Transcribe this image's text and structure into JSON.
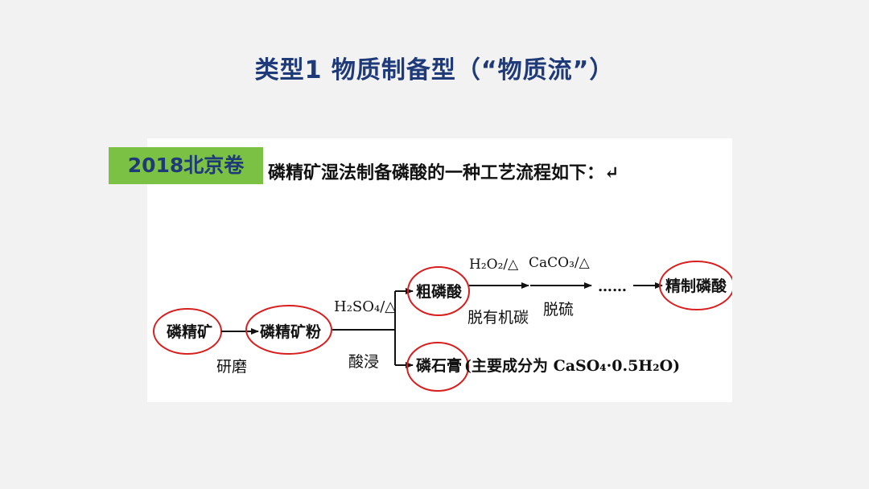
{
  "slide": {
    "title": "类型1 物质制备型（“物质流”）"
  },
  "badge": {
    "text": "2018北京卷",
    "bg_color": "#7bc143",
    "text_color": "#1f3a78"
  },
  "problem": {
    "intro": "磷精矿湿法制备磷酸的一种工艺流程如下：↵"
  },
  "flow": {
    "nodes": {
      "ore": "磷精矿",
      "powder": "磷精矿粉",
      "crude_acid": "粗磷酸",
      "pure_acid": "精制磷酸",
      "gypsum": "磷石膏",
      "gypsum_note": "(主要成分为 CaSO₄·0.5H₂O)"
    },
    "steps": {
      "grind": "研磨",
      "acid_reagent": "H₂SO₄/△",
      "acid_leach": "酸浸",
      "h2o2_reagent": "H₂O₂/△",
      "remove_organic": "脱有机碳",
      "caco3_reagent": "CaCO₃/△",
      "desulfur": "脱硫",
      "ellipsis": "……"
    },
    "highlight_color": "#d81e1e"
  }
}
